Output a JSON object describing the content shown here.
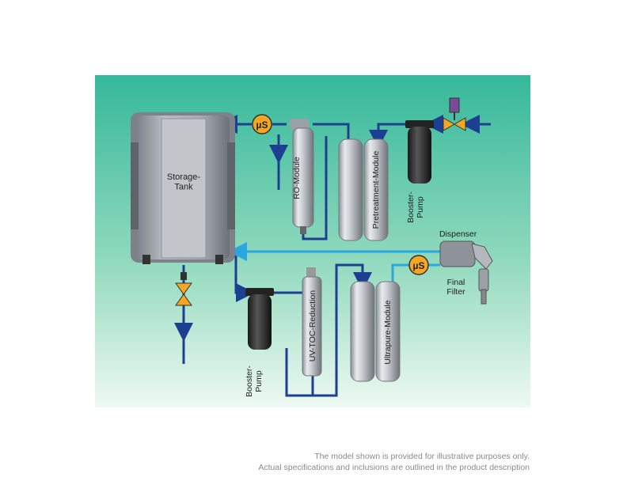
{
  "diagram": {
    "components": {
      "storage_tank": "Storage-\nTank",
      "ro_module": "RO-Module",
      "pretreatment_module": "Pretreatment-Module",
      "booster_pump_top": "Booster-\nPump",
      "booster_pump_bottom": "Booster-\nPump",
      "uv_toc_reduction": "UV-TOC-Reduction",
      "ultrapure_module": "Ultrapure-Module",
      "dispenser": "Dispenser",
      "final_filter": "Final\nFilter"
    },
    "sensors": {
      "conductivity_top": "µS",
      "conductivity_bottom": "µS"
    }
  },
  "colors": {
    "background_top": "#35b89a",
    "background_bottom": "#e8f8ef",
    "dark_line": "#1d3f91",
    "light_line": "#29a7df",
    "sensor_fill": "#f5a623"
  },
  "disclaimer": {
    "line1": "The model shown is provided for illustrative purposes only.",
    "line2": "Actual specifications and inclusions are outlined in the product description"
  }
}
